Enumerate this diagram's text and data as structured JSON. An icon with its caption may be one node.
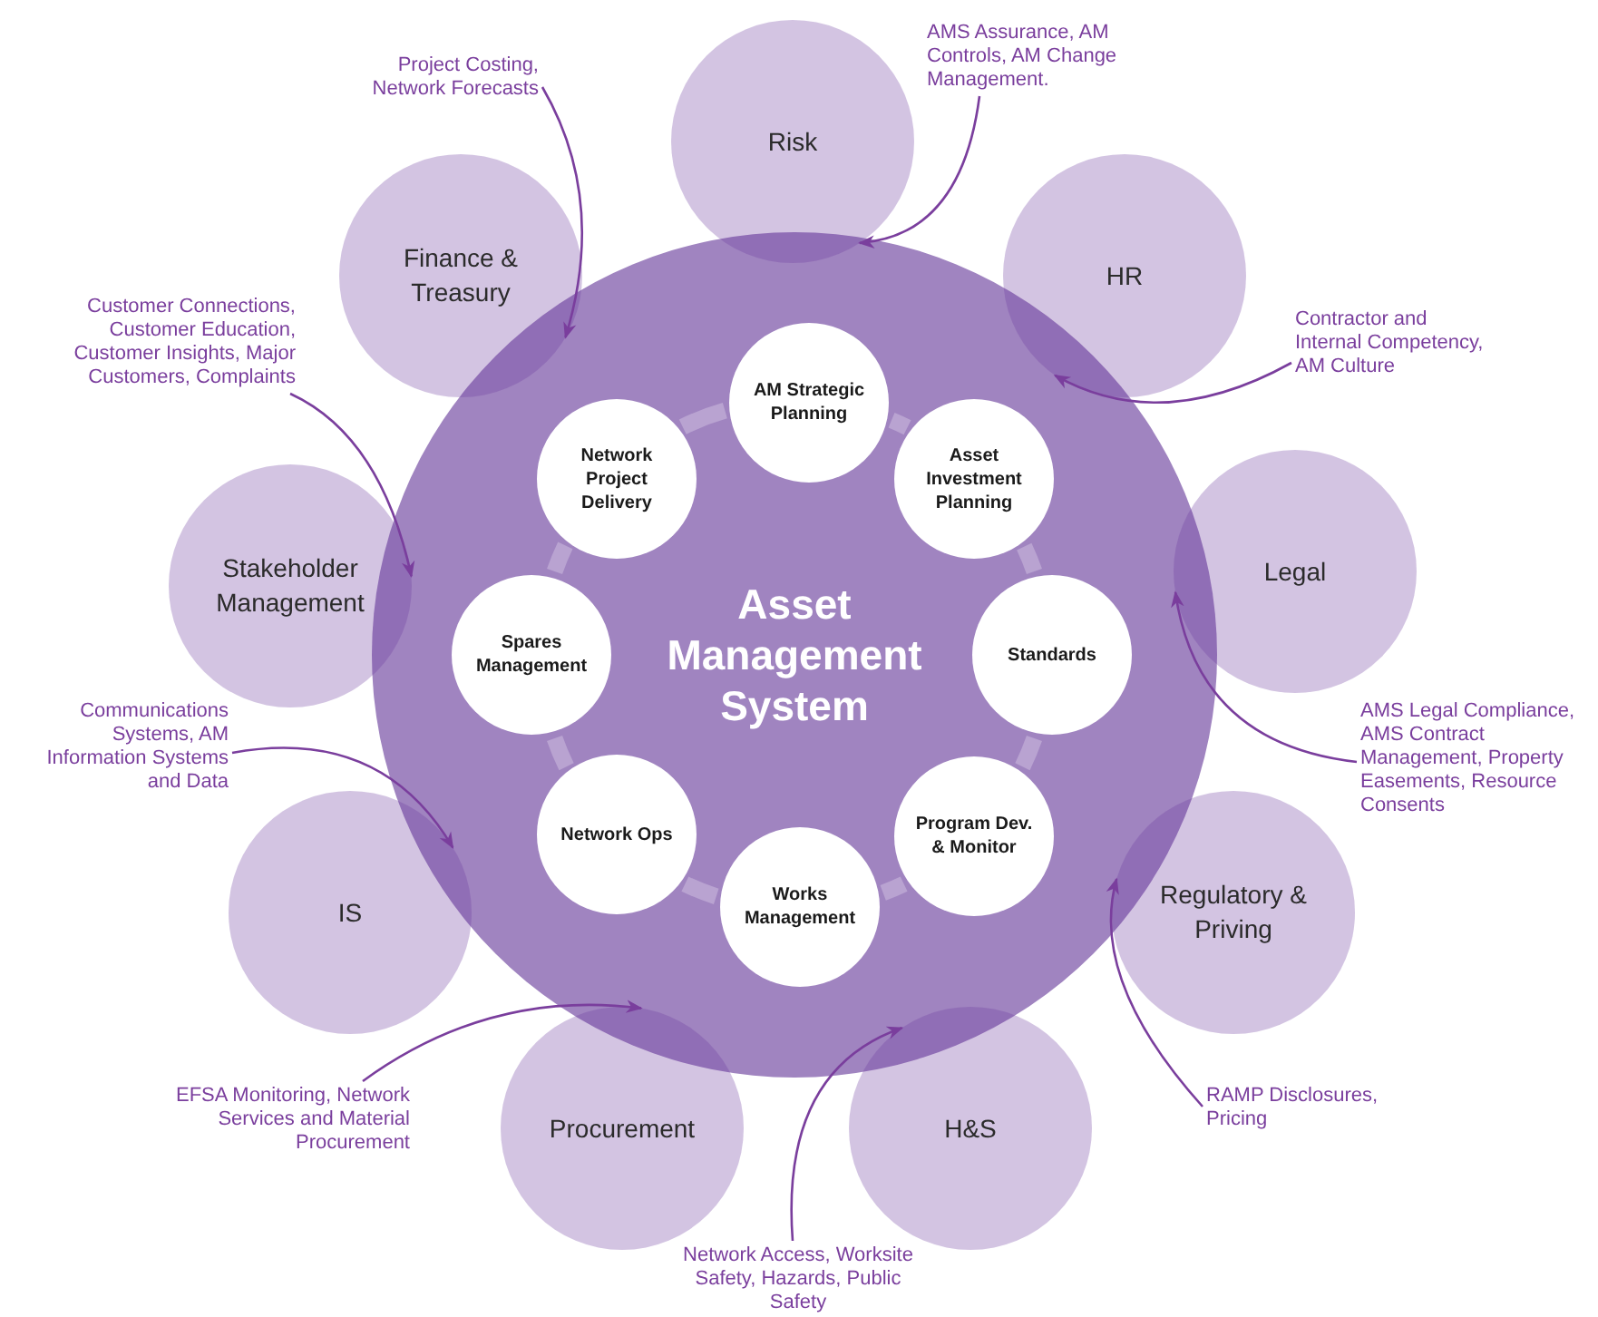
{
  "diagram": {
    "nodes": [
      {
        "text": [
          "Asset Management System"
        ]
      },
      {
        "text": [
          "AM Strategic Planning"
        ],
        "in": 0
      },
      {
        "text": [
          "Network Project Delivery"
        ],
        "in": 0
      },
      {
        "text": [
          "Asset Investment Planning"
        ],
        "in": 0
      },
      {
        "text": [
          "Spares Management"
        ],
        "in": 0
      },
      {
        "text": [
          "Standards"
        ],
        "in": 0
      },
      {
        "text": [
          "Network Ops"
        ],
        "in": 0
      },
      {
        "text": [
          "Program Dev. & Monitor"
        ],
        "in": 0
      },
      {
        "text": [
          "Works Management"
        ],
        "in": 0
      },
      {
        "text": [
          "Risk"
        ]
      },
      {
        "text": [
          "Finance & Treasury"
        ]
      },
      {
        "text": [
          "HR"
        ]
      },
      {
        "text": [
          "Stakeholder Management"
        ]
      },
      {
        "text": [
          "Legal"
        ]
      },
      {
        "text": [
          "IS"
        ]
      },
      {
        "text": [
          "Regulatory & Priving"
        ]
      },
      {
        "text": [
          "Procurement"
        ]
      },
      {
        "text": [
          "H&S"
        ]
      },
      {
        "text": [
          "AMS Assurance, AM Controls, AM Change Management."
        ]
      },
      {
        "text": [
          "Project Costing, Network Forecasts"
        ]
      },
      {
        "text": [
          "Customer Connections, Customer Education, Customer Insights, Major Customers, Complaints"
        ]
      },
      {
        "text": [
          "Contractor and Internal Competency, AM Culture"
        ]
      },
      {
        "text": [
          "Communications Systems, AM Information Systems and Data"
        ]
      },
      {
        "text": [
          "AMS Legal Compliance, AMS Contract Management, Property Easements, Resource Consents"
        ]
      },
      {
        "text": [
          "RAMP Disclosures, Pricing"
        ]
      },
      {
        "text": [
          "EFSA Monitoring, Network Services and Material Procurement"
        ]
      },
      {
        "text": [
          "Network Access, Worksite Safety, Hazards, Public Safety"
        ]
      }
    ],
    "edges": [
      {
        "from": 18,
        "to": 9,
        "arrow": "to"
      },
      {
        "from": 19,
        "to": 10,
        "arrow": "to"
      },
      {
        "from": 20,
        "to": 12,
        "arrow": "to"
      },
      {
        "from": 21,
        "to": 11,
        "arrow": "to"
      },
      {
        "from": 22,
        "to": 14,
        "arrow": "to"
      },
      {
        "from": 23,
        "to": 13,
        "arrow": "to"
      },
      {
        "from": 24,
        "to": 15,
        "arrow": "to"
      },
      {
        "from": 25,
        "to": 16,
        "arrow": "to"
      },
      {
        "from": 26,
        "to": 17,
        "arrow": "to"
      }
    ]
  }
}
